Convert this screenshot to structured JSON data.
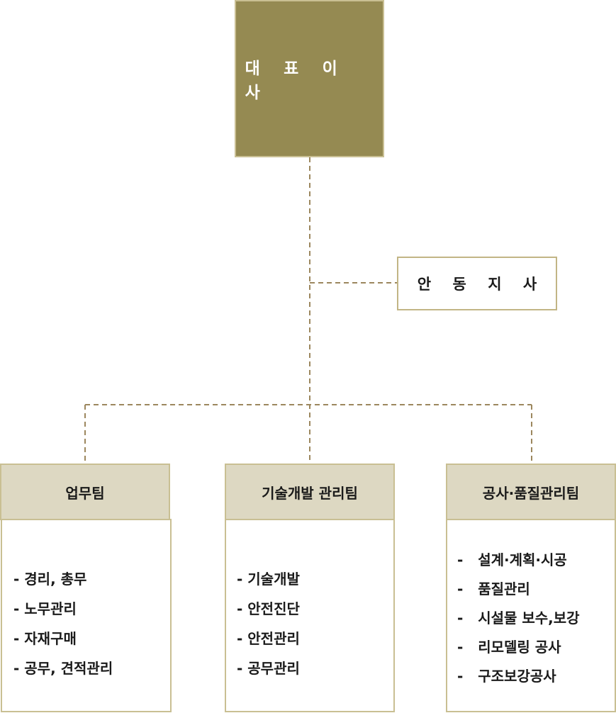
{
  "ceo": {
    "label": "대 표 이 사"
  },
  "branch": {
    "label": "안 동 지 사"
  },
  "teams": [
    {
      "name": "업무팀",
      "duties": [
        "- 경리, 총무",
        "- 노무관리",
        "- 자재구매",
        "- 공무, 견적관리"
      ]
    },
    {
      "name": "기술개발 관리팀",
      "duties": [
        "- 기술개발",
        "- 안전진단",
        "- 안전관리",
        "- 공무관리"
      ]
    },
    {
      "name": "공사·품질관리팀",
      "duties": [
        "-   설계·계획·시공",
        "-   품질관리",
        "-   시설물 보수,보강",
        "-   리모델링 공사",
        "-   구조보강공사"
      ]
    }
  ],
  "colors": {
    "ceo_fill": "#958a52",
    "border": "#c9bf93",
    "team_header_fill": "#ddd8c2",
    "connector": "#9c875e"
  }
}
